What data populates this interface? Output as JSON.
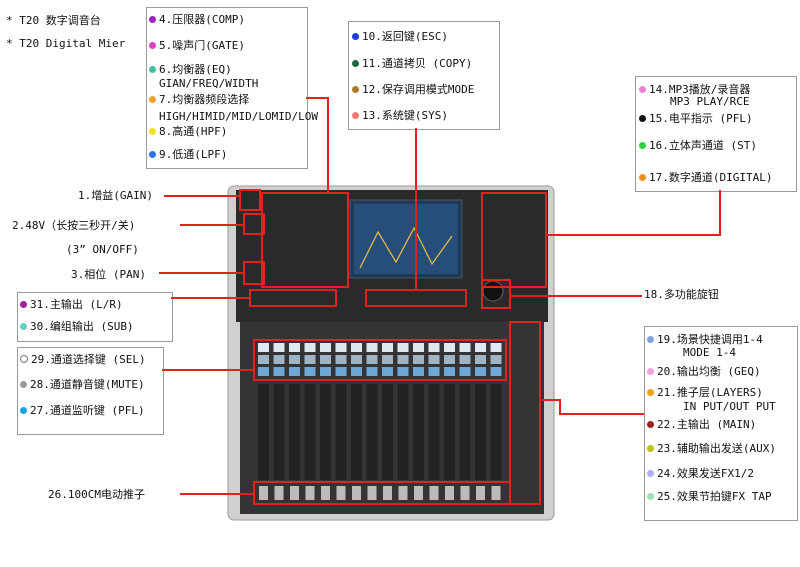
{
  "title": {
    "line1": "* T20 数字调音台",
    "line2": "* T20 Digital Mier"
  },
  "box_top_left": [
    {
      "id": "4",
      "text": "4.压限器(COMP)",
      "color": "#a020c0"
    },
    {
      "id": "5",
      "text": "5.噪声门(GATE)",
      "color": "#e040c0"
    },
    {
      "id": "6",
      "text": "6.均衡器(EQ)",
      "color": "#40c0a0",
      "sub": "GIAN/FREQ/WIDTH"
    },
    {
      "id": "7",
      "text": "7.均衡器频段选择",
      "color": "#f0a030",
      "sub": "HIGH/HIMID/MID/LOMID/LOW"
    },
    {
      "id": "8",
      "text": "8.高通(HPF)",
      "color": "#f0e020"
    },
    {
      "id": "9",
      "text": "9.低通(LPF)",
      "color": "#3070e0"
    }
  ],
  "box_top_mid": [
    {
      "text": "10.返回键(ESC)",
      "color": "#1a3cdc"
    },
    {
      "text": "11.通道拷贝 (COPY)",
      "color": "#1a6a3a"
    },
    {
      "text": "12.保存调用模式MODE",
      "color": "#b07a20"
    },
    {
      "text": "13.系统键(SYS)",
      "color": "#f07a70"
    }
  ],
  "box_top_right": [
    {
      "text": "14.MP3播放/录音器",
      "color": "#f080d0",
      "sub": "MP3 PLAY/RCE"
    },
    {
      "text": "15.电平指示 (PFL)",
      "color": "#111111"
    },
    {
      "text": "16.立体声通道 (ST)",
      "color": "#30d040"
    },
    {
      "text": "17.数字通道(DIGITAL)",
      "color": "#f09020"
    }
  ],
  "left_labels": {
    "gain": "1.增益(GAIN)",
    "v48": "2.48V（长按三秒开/关)",
    "v48_sub": "(3” ON/OFF)",
    "pan": "3.相位 (PAN)"
  },
  "box_left_mid": [
    {
      "text": "31.主输出 (L/R)",
      "color": "#a020a0"
    },
    {
      "text": "30.编组输出 (SUB)",
      "color": "#60d0c0"
    }
  ],
  "box_left_low": [
    {
      "text": "29.通道选择键 (SEL)",
      "color": "#ffffff"
    },
    {
      "text": "28.通道静音键(MUTE)",
      "color": "#999999"
    },
    {
      "text": "27.通道监听键 (PFL)",
      "color": "#20a0e0"
    }
  ],
  "encoder_label": "18.多功能旋钮",
  "fader_label": "26.100CM电动推子",
  "box_right_low": [
    {
      "text": "19.场景快捷调用1-4",
      "color": "#80a0e0",
      "sub": "MODE 1-4"
    },
    {
      "text": "20.输出均衡 (GEQ)",
      "color": "#f0a0e0"
    },
    {
      "text": "21.推子层(LAYERS)",
      "color": "#f0a010",
      "sub": "IN PUT/OUT PUT"
    },
    {
      "text": "22.主输出 (MAIN)",
      "color": "#a02020"
    },
    {
      "text": "23.辅助输出发送(AUX)",
      "color": "#c0c010"
    },
    {
      "text": "24.效果发送FX1/2",
      "color": "#b0b0f0"
    },
    {
      "text": "25.效果节拍键FX TAP",
      "color": "#a0e0b0"
    }
  ],
  "colors": {
    "accent": "#e0231c",
    "panel": "#2b2b2d",
    "frame": "#c9c9c9"
  }
}
